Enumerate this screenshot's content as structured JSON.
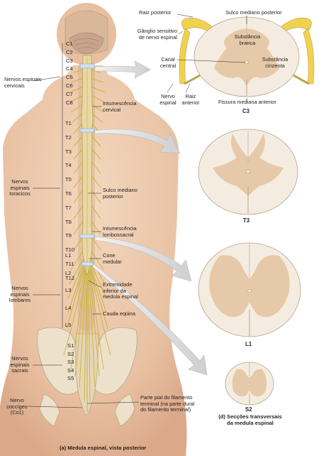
{
  "left_labels": {
    "cervical_nerves": "Nervos espinais\ncervicais",
    "thoracic_nerves": "Nervos\nespinais\ntoracicos",
    "lumbar_nerves": "Nervos\nespinais\nlombares",
    "sacral_nerves": "Nervos\nespinais\nsacrais",
    "coccygeal_nerve": "Nervo\ncoccígeo\n(Co1)"
  },
  "segments": {
    "cervical": [
      "C1",
      "C2",
      "C3",
      "C4",
      "C5",
      "C6",
      "C7",
      "C8"
    ],
    "thoracic": [
      "T1",
      "T2",
      "T3",
      "T4",
      "T5",
      "T6",
      "T7",
      "T8",
      "T9",
      "T10",
      "T11",
      "T12"
    ],
    "lumbar": [
      "L1",
      "L2",
      "L3",
      "L4",
      "L5"
    ],
    "sacral": [
      "S1",
      "S2",
      "S3",
      "S4",
      "S5"
    ]
  },
  "right_labels": {
    "cervical_enlargement": "Intumescência\ncervical",
    "posterior_median_sulcus": "Sulco mediano\nposterior",
    "lumbosacral_enlargement": "Intumescência\nlombossacral",
    "conus_medullaris": "Cone\nmedular",
    "inferior_end": "Extremidade\ninferior da\nmedula espinal",
    "cauda_equina": "Cauda eqüina",
    "filum_terminale": "Parte pial do filamento\nterminal (na parte dural\ndo filamento terminal)"
  },
  "c3_labels": {
    "posterior_root": "Raiz posterior",
    "posterior_median_sulcus": "Sulco mediano posterior",
    "spinal_ganglion": "Gânglio sensitivo\nde nervo espinal",
    "white_matter": "Substância\nbranca",
    "central_canal": "Canal\ncentral",
    "gray_matter": "Substância\ncinzenta",
    "spinal_nerve": "Nervo\nespinal",
    "anterior_root": "Raiz\nanterior",
    "anterior_median_fissure": "Fissura mediana anterior"
  },
  "section_labels": [
    "C3",
    "T3",
    "L1",
    "S2"
  ],
  "captions": {
    "a": "(a) Medula espinal, vista posterior",
    "d": "(d) Secções transversais\nda medula espinal"
  },
  "colors": {
    "skin": "#ecc7a9",
    "nerve": "#c9b437",
    "white_matter": "#f4ece0",
    "gray_matter": "#e6c9a8",
    "arrow": "#dcdcdc",
    "bone": "#ede1cb",
    "ganglion": "#f0d24f"
  }
}
